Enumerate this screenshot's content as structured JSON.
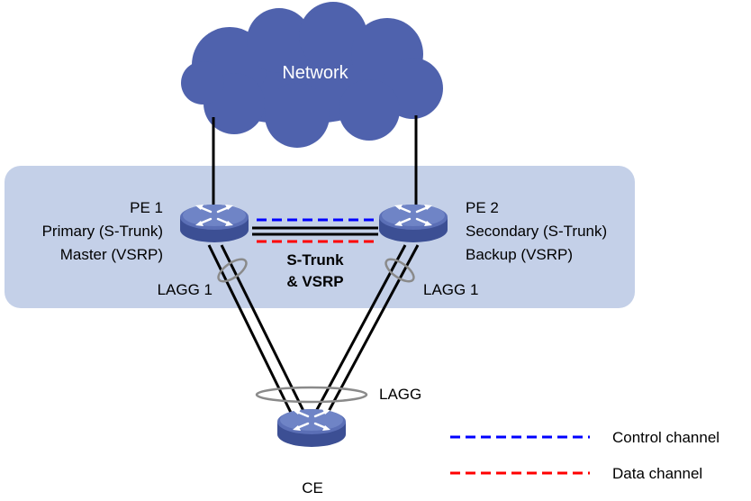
{
  "cloud": {
    "label": "Network",
    "color": "#4f62ad"
  },
  "zone": {
    "color": "#c4d0e8"
  },
  "pe1": {
    "name": "PE 1",
    "role_strunk": "Primary (S-Trunk)",
    "role_vsrp": "Master (VSRP)",
    "lagg": "LAGG 1"
  },
  "pe2": {
    "name": "PE 2",
    "role_strunk": "Secondary (S-Trunk)",
    "role_vsrp": "Backup (VSRP)",
    "lagg": "LAGG 1"
  },
  "center": {
    "line1": "S-Trunk",
    "line2": "& VSRP"
  },
  "ce": {
    "name": "CE",
    "lagg": "LAGG"
  },
  "legend": {
    "control": {
      "label": "Control channel",
      "color": "#0000ff"
    },
    "data": {
      "label": "Data channel",
      "color": "#ff0000"
    }
  },
  "icons": {
    "router": "router-icon"
  },
  "colors": {
    "router_fill": "#5266ae",
    "router_top": "#6f84c6"
  }
}
